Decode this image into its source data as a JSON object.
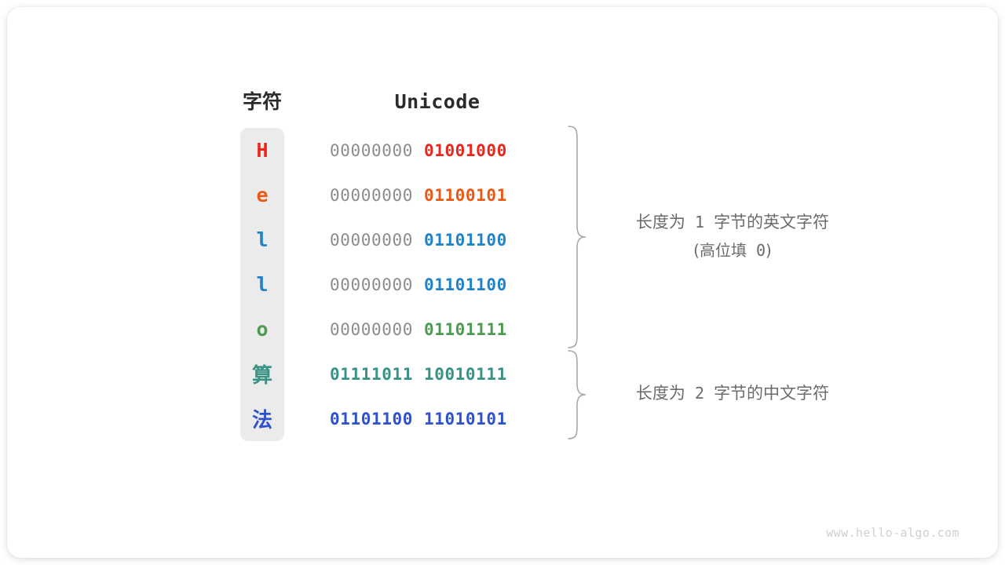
{
  "figure": {
    "headers": {
      "char": "字符",
      "unicode": "Unicode"
    },
    "rows": [
      {
        "char": "H",
        "color": "#e8271e",
        "high": "00000000",
        "low": "01001000",
        "high_is_padding": true
      },
      {
        "char": "e",
        "color": "#ea5a17",
        "high": "00000000",
        "low": "01100101",
        "high_is_padding": true
      },
      {
        "char": "l",
        "color": "#2083c8",
        "high": "00000000",
        "low": "01101100",
        "high_is_padding": true
      },
      {
        "char": "l",
        "color": "#2083c8",
        "high": "00000000",
        "low": "01101100",
        "high_is_padding": true
      },
      {
        "char": "o",
        "color": "#4e9a52",
        "high": "00000000",
        "low": "01101111",
        "high_is_padding": true
      },
      {
        "char": "算",
        "color": "#389386",
        "high": "01111011",
        "low": "10010111",
        "high_is_padding": false
      },
      {
        "char": "法",
        "color": "#2e51cc",
        "high": "01101100",
        "low": "11010101",
        "high_is_padding": false
      }
    ],
    "annotations": [
      {
        "line1_prefix": "长度为",
        "line1_value": "1",
        "line1_suffix": "字节的英文字符",
        "line2_prefix": "(高位填",
        "line2_value": "0",
        "line2_suffix": ")"
      },
      {
        "line1_prefix": "长度为",
        "line1_value": "2",
        "line1_suffix": "字节的中文字符",
        "line2_prefix": "",
        "line2_value": "",
        "line2_suffix": ""
      }
    ],
    "padding_color": "#8c8c8c",
    "panel_color": "#ebebeb",
    "annotation_color": "#6b6b6b",
    "brace_color": "#a8a8a8",
    "watermark": "www.hello-algo.com"
  }
}
